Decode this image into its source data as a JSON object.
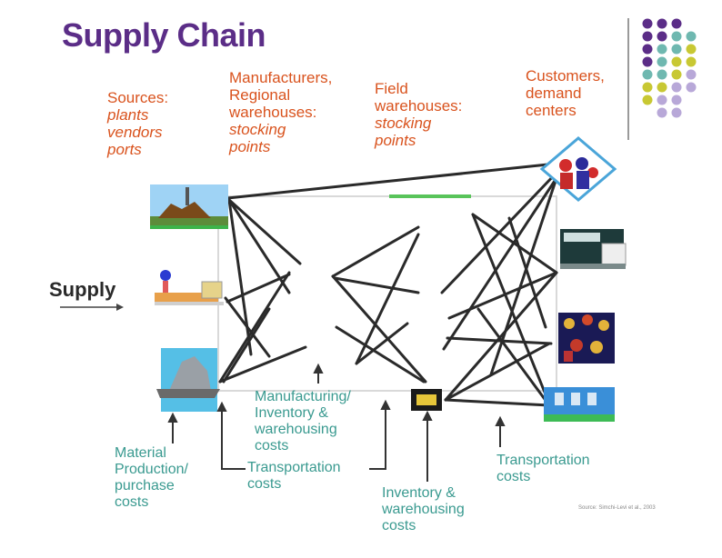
{
  "title": "Supply Chain",
  "supply_label": "Supply",
  "stages": {
    "sources": {
      "line1": "Sources:",
      "line2": "plants",
      "line3": "vendors",
      "line4": "ports"
    },
    "manufacturers": {
      "line1": "Manufacturers,",
      "line2": "Regional",
      "line3": "warehouses:",
      "line4": "stocking",
      "line5": "points"
    },
    "field_warehouses": {
      "line1": "Field",
      "line2": "warehouses:",
      "line3": "stocking",
      "line4": "points"
    },
    "customers": {
      "line1": "Customers,",
      "line2": "demand",
      "line3": "centers"
    }
  },
  "costs": {
    "material": {
      "line1": "Material",
      "line2": "Production/",
      "line3": "purchase",
      "line4": "costs"
    },
    "manufacturing": {
      "line1": "Manufacturing/",
      "line2": "Inventory &",
      "line3": "warehousing",
      "line4": "costs"
    },
    "transport_left": {
      "line1": "Transportation",
      "line2": "costs"
    },
    "inventory": {
      "line1": "Inventory &",
      "line2": "warehousing",
      "line3": "costs"
    },
    "transport_right": {
      "line1": "Transportation",
      "line2": "costs"
    }
  },
  "source_note": "Source: Simchi-Levi et al., 2003",
  "colors": {
    "title": "#5b2d87",
    "stage_text": "#d9531e",
    "cost_text": "#3a9a90",
    "dot_purple": "#5b2d87",
    "dot_teal": "#6fb8b0",
    "dot_yellow": "#c8c833",
    "dot_lavender": "#b8a8d8"
  },
  "icons": [
    "factory-icon",
    "port-icon",
    "truck-icon",
    "customers-icon",
    "train-icon",
    "people-icon",
    "store-icon",
    "warehouse-icon"
  ]
}
